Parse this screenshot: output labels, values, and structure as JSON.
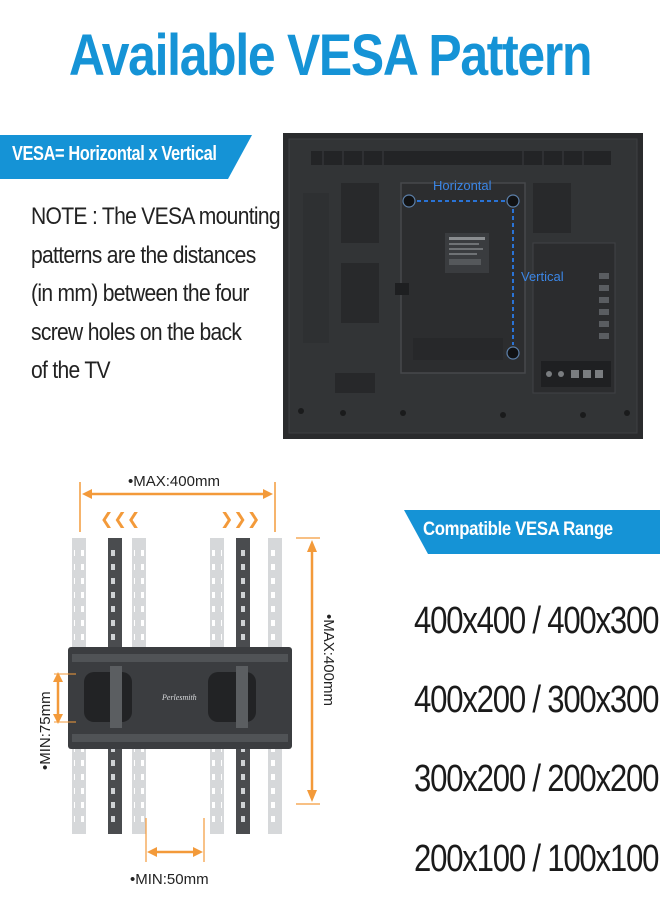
{
  "title": "Available VESA Pattern",
  "vesa_banner": "VESA= Horizontal x Vertical",
  "note_lines": [
    "NOTE : The VESA mounting",
    "patterns are the distances",
    "(in mm) between the four",
    "screw holes on the back",
    "of the TV"
  ],
  "tv_labels": {
    "horizontal": "Horizontal",
    "vertical": "Vertical"
  },
  "mount_labels": {
    "max_horizontal": "•MAX:400mm",
    "max_vertical": "•MAX:400mm",
    "min_vertical": "•MIN:75mm",
    "min_horizontal": "•MIN:50mm",
    "brand": "Perlesmith"
  },
  "range_banner": "Compatible VESA Range",
  "ranges": [
    "400x400 / 400x300",
    "400x200 / 300x300",
    "300x200 / 200x200",
    "200x100 / 100x100"
  ],
  "colors": {
    "accent_blue": "#1593d6",
    "orange": "#f39a3a",
    "tv_black": "#2a2b2d"
  }
}
